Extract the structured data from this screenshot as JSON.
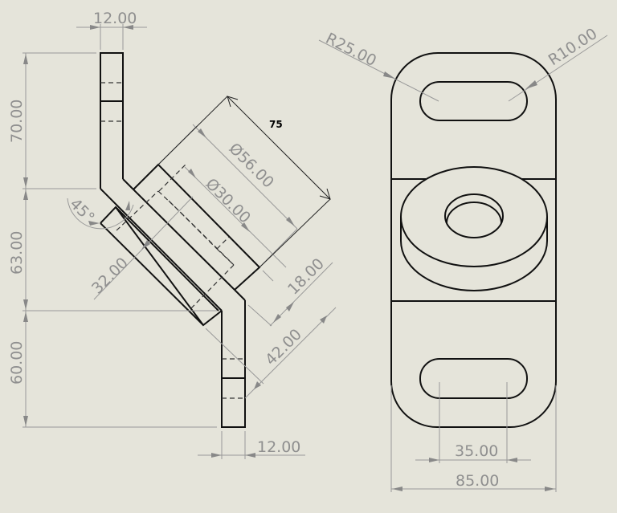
{
  "drawing": {
    "background": "#e5e4da",
    "object_line_color": "#111111",
    "dimension_color": "#999999",
    "side_view": {
      "dimensions": {
        "top_width": "12.00",
        "top_height": "70.00",
        "middle_height": "63.00",
        "bottom_height": "60.00",
        "bottom_width": "12.00",
        "angle": "45°",
        "boss_diameter": "Ø56.00",
        "hole_diameter": "Ø30.00",
        "plate_thickness": "32.00",
        "boss_offset": "18.00",
        "boss_length": "42.00",
        "overall_annotation": "75"
      }
    },
    "front_view": {
      "dimensions": {
        "corner_radius": "R25.00",
        "slot_radius": "R10.00",
        "slot_spacing": "35.00",
        "overall_width": "85.00"
      }
    }
  }
}
